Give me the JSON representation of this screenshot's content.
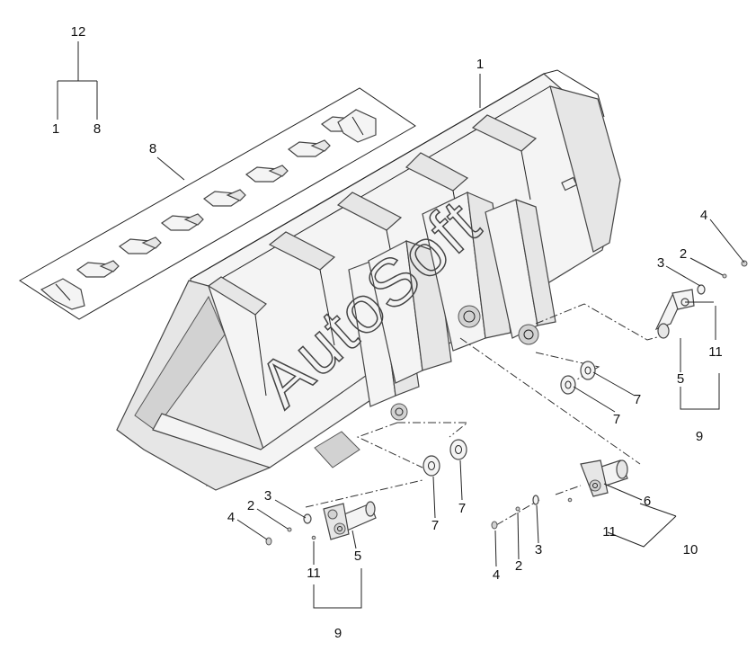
{
  "diagram": {
    "callouts": {
      "c12": "12",
      "c1_kit": "1",
      "c8_kit": "8",
      "c8": "8",
      "c1": "1",
      "c4_r": "4",
      "c2_r": "2",
      "c3_r": "3",
      "c11_r": "11",
      "c5_r": "5",
      "c9_r": "9",
      "c7_a": "7",
      "c7_b": "7",
      "c7_c": "7",
      "c7_d": "7",
      "c6": "6",
      "c11_br": "11",
      "c10": "10",
      "c4_bm": "4",
      "c2_bm": "2",
      "c3_bm": "3",
      "c3_l": "3",
      "c2_l": "2",
      "c4_l": "4",
      "c5_l": "5",
      "c11_l": "11",
      "c9_l": "9"
    },
    "watermark": "AutoSoft"
  }
}
